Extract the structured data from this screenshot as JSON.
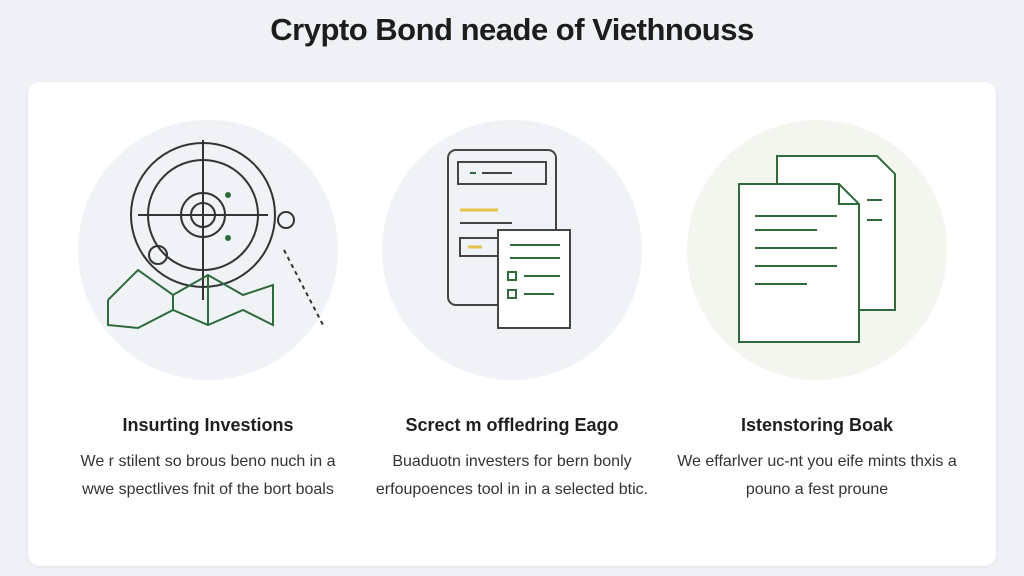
{
  "header": {
    "title": "Crypto Bond neade of Viethnouss"
  },
  "colors": {
    "accent": "#2f6b3a",
    "highlight": "#e6c34a",
    "background": "#eef1f6"
  },
  "features": [
    {
      "icon": "radar-map-icon",
      "title": "Insurting Investions",
      "description": "We r stilent so brous beno nuch in a wwe spectlives fnit of the bort boals"
    },
    {
      "icon": "document-checklist-icon",
      "title": "Screct m offledring Eago",
      "description": "Buaduotn investers for bern bonly erfoupoences tool in in a selected btic."
    },
    {
      "icon": "documents-icon",
      "title": "Istenstoring Boak",
      "description": "We effarlver uc-nt you eife mints thxis a pouno a fest proune"
    }
  ]
}
